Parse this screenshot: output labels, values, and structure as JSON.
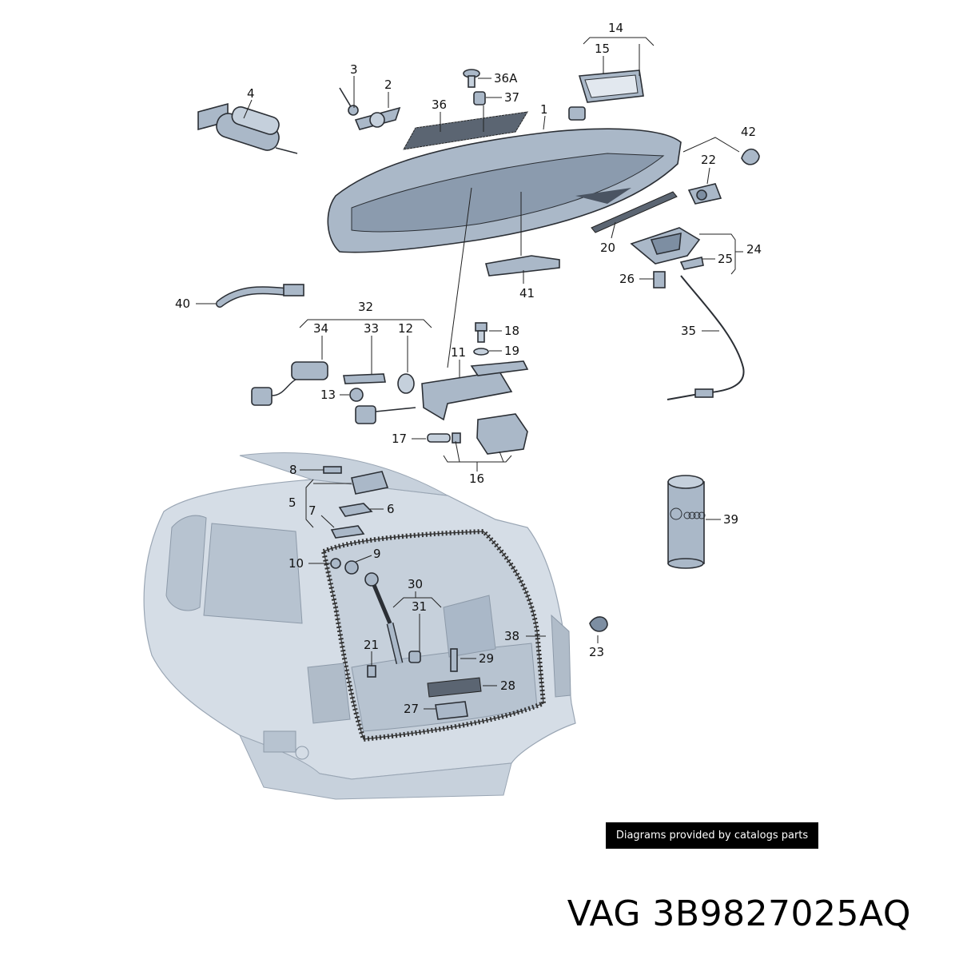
{
  "labels": [
    {
      "id": "1",
      "text": "1"
    },
    {
      "id": "2",
      "text": "2"
    },
    {
      "id": "3",
      "text": "3"
    },
    {
      "id": "4",
      "text": "4"
    },
    {
      "id": "5",
      "text": "5"
    },
    {
      "id": "6",
      "text": "6"
    },
    {
      "id": "7",
      "text": "7"
    },
    {
      "id": "8",
      "text": "8"
    },
    {
      "id": "9",
      "text": "9"
    },
    {
      "id": "10",
      "text": "10"
    },
    {
      "id": "11",
      "text": "11"
    },
    {
      "id": "12",
      "text": "12"
    },
    {
      "id": "13",
      "text": "13"
    },
    {
      "id": "14",
      "text": "14"
    },
    {
      "id": "15",
      "text": "15"
    },
    {
      "id": "16",
      "text": "16"
    },
    {
      "id": "17",
      "text": "17"
    },
    {
      "id": "18",
      "text": "18"
    },
    {
      "id": "19",
      "text": "19"
    },
    {
      "id": "20",
      "text": "20"
    },
    {
      "id": "21",
      "text": "21"
    },
    {
      "id": "22",
      "text": "22"
    },
    {
      "id": "23",
      "text": "23"
    },
    {
      "id": "24",
      "text": "24"
    },
    {
      "id": "25",
      "text": "25"
    },
    {
      "id": "26",
      "text": "26"
    },
    {
      "id": "27",
      "text": "27"
    },
    {
      "id": "28",
      "text": "28"
    },
    {
      "id": "29",
      "text": "29"
    },
    {
      "id": "30",
      "text": "30"
    },
    {
      "id": "31",
      "text": "31"
    },
    {
      "id": "32",
      "text": "32"
    },
    {
      "id": "33",
      "text": "33"
    },
    {
      "id": "34",
      "text": "34"
    },
    {
      "id": "35",
      "text": "35"
    },
    {
      "id": "36",
      "text": "36"
    },
    {
      "id": "36A",
      "text": "36A"
    },
    {
      "id": "37",
      "text": "37"
    },
    {
      "id": "38",
      "text": "38"
    },
    {
      "id": "39",
      "text": "39"
    },
    {
      "id": "40",
      "text": "40"
    },
    {
      "id": "41",
      "text": "41"
    },
    {
      "id": "42",
      "text": "42"
    }
  ],
  "credit": "Diagrams provided by catalogs parts",
  "part_number": "VAG 3B9827025AQ",
  "colors": {
    "part_fill": "#aab8c8",
    "part_dark": "#7d8ea2",
    "car_fill": "#d5dde6",
    "car_shade": "#b7c3d0",
    "outline": "#2b2f35"
  }
}
